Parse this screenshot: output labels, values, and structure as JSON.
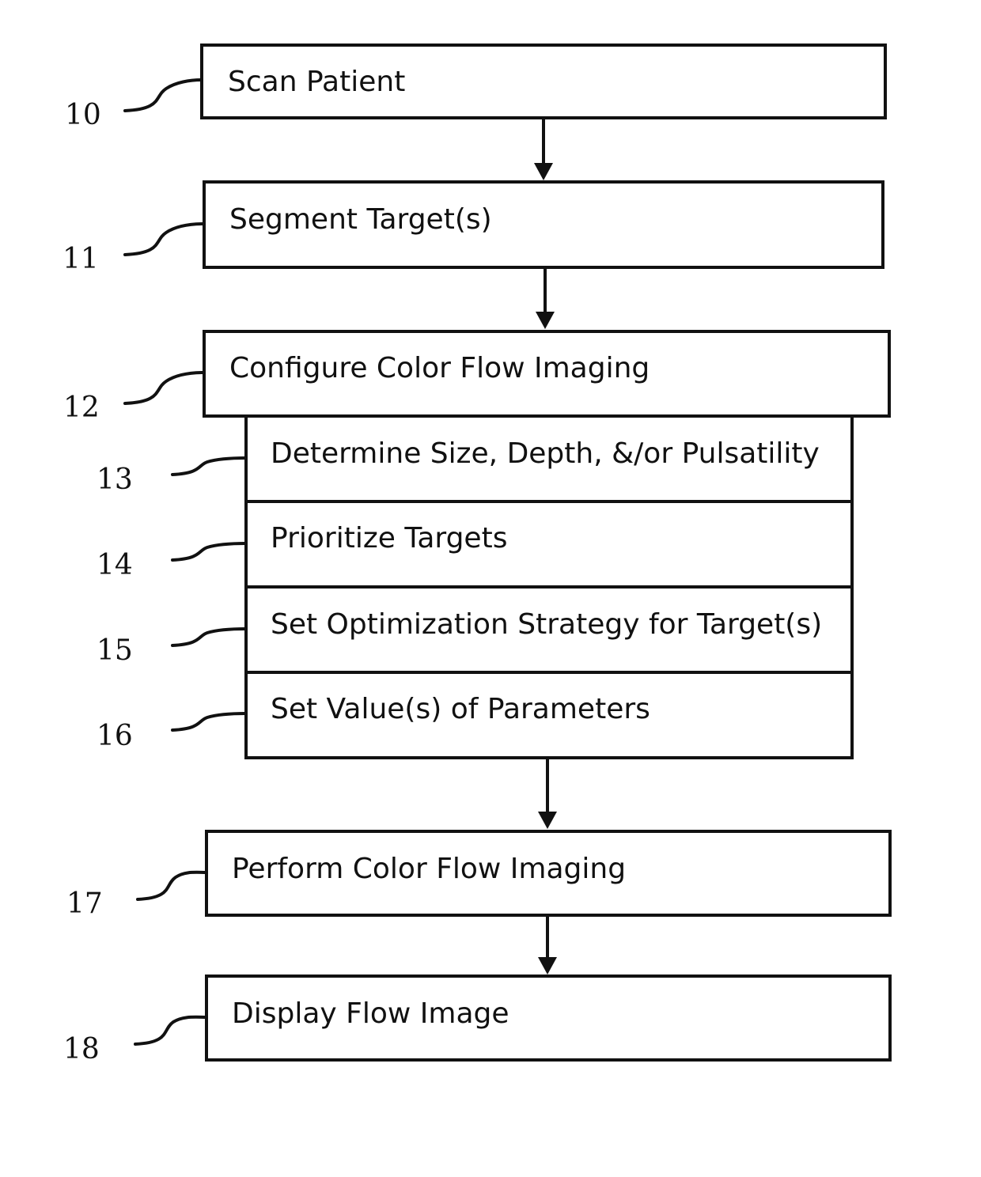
{
  "steps": [
    {
      "ref": "10",
      "label": "Scan Patient"
    },
    {
      "ref": "11",
      "label": "Segment Target(s)"
    },
    {
      "ref": "12",
      "label": "Configure Color Flow Imaging"
    },
    {
      "ref": "13",
      "label": "Determine Size, Depth, &/or Pulsatility"
    },
    {
      "ref": "14",
      "label": "Prioritize Targets"
    },
    {
      "ref": "15",
      "label": "Set Optimization Strategy for Target(s)"
    },
    {
      "ref": "16",
      "label": "Set Value(s) of Parameters"
    },
    {
      "ref": "17",
      "label": "Perform Color Flow Imaging"
    },
    {
      "ref": "18",
      "label": "Display Flow Image"
    }
  ]
}
